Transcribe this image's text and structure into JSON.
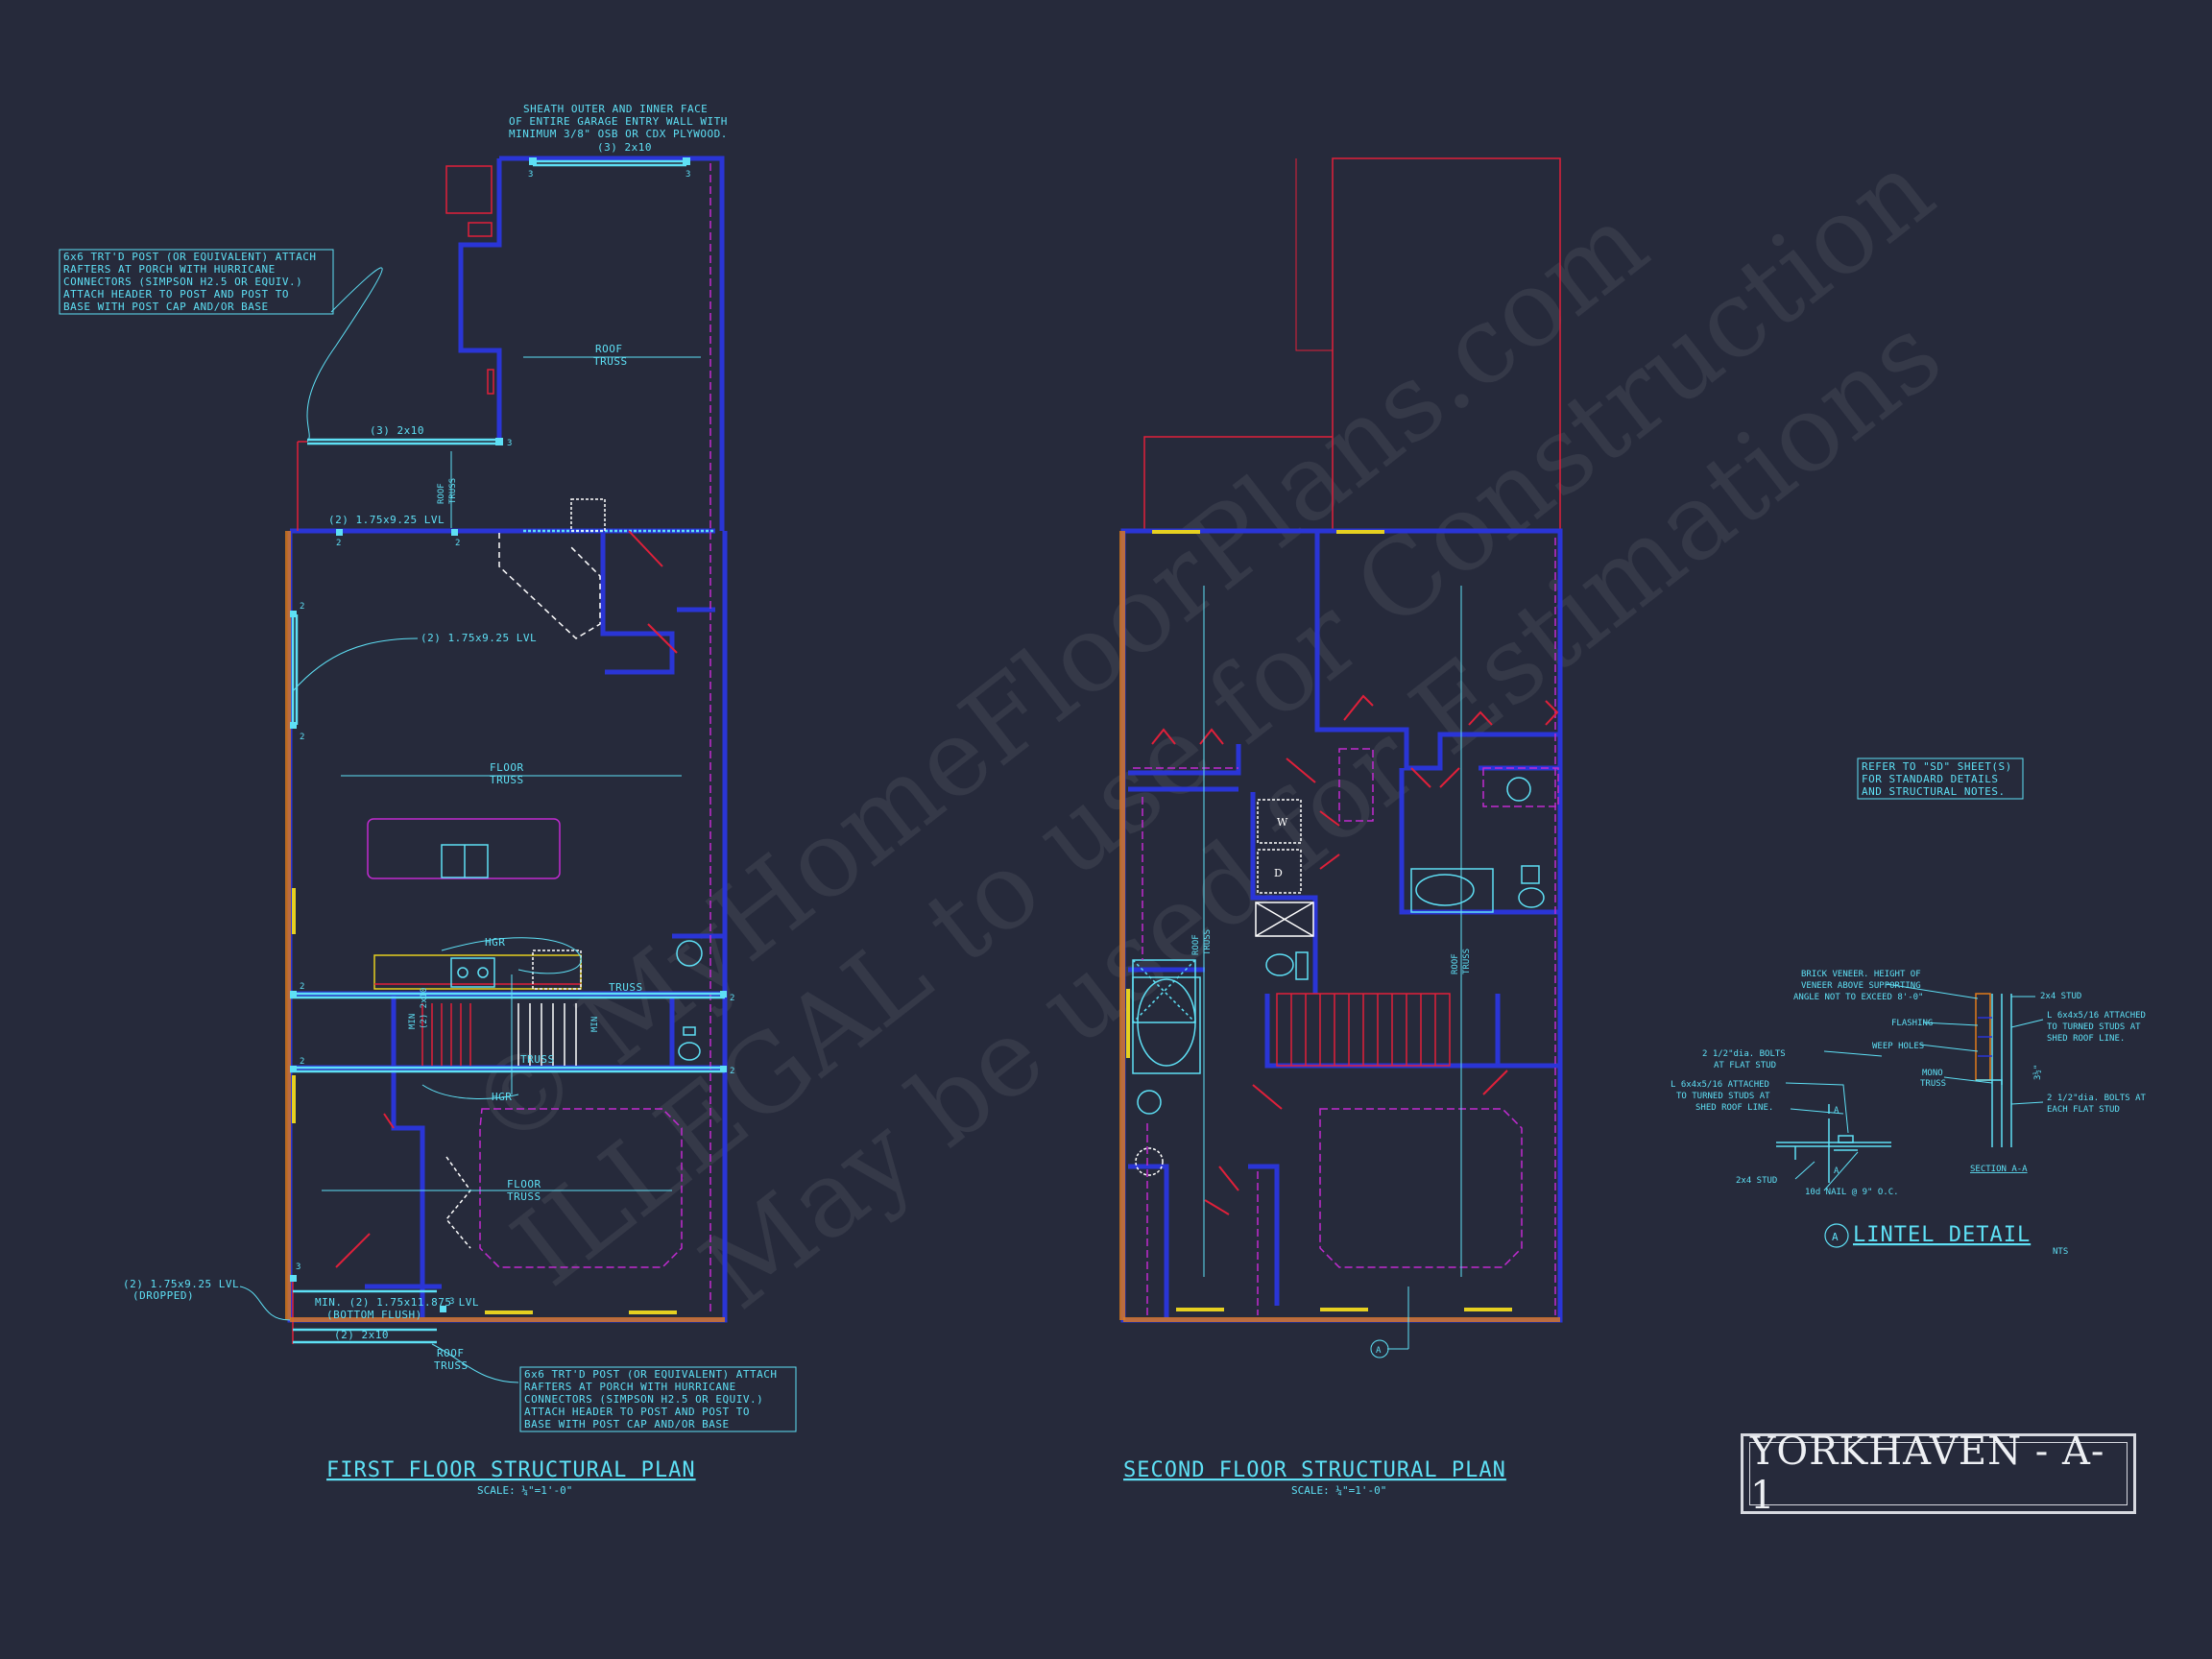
{
  "watermark": {
    "line1": "© MyHomeFloorPlans.com",
    "line2": "ILLEGAL to use for Construction",
    "line3": "May be used for Estimations"
  },
  "sheet": {
    "title": "YORKHAVEN - A-1"
  },
  "first_floor": {
    "title": "FIRST FLOOR STRUCTURAL PLAN",
    "scale": "SCALE: ¼\"=1'-0\"",
    "notes": {
      "garage_sheath": [
        "SHEATH OUTER AND INNER FACE",
        "OF ENTIRE GARAGE ENTRY WALL WITH",
        "MINIMUM 3/8\" OSB OR CDX PLYWOOD."
      ],
      "garage_header": "(3) 2x10",
      "porch_top": [
        "6x6 TRT'D POST (OR EQUIVALENT) ATTACH",
        "RAFTERS AT PORCH WITH HURRICANE",
        "CONNECTORS (SIMPSON H2.5 OR EQUIV.)",
        "ATTACH HEADER TO POST AND POST TO",
        "BASE WITH POST CAP AND/OR BASE"
      ],
      "porch_bottom": [
        "6x6 TRT'D POST (OR EQUIVALENT) ATTACH",
        "RAFTERS AT PORCH WITH HURRICANE",
        "CONNECTORS (SIMPSON H2.5 OR EQUIV.)",
        "ATTACH HEADER TO POST AND POST TO",
        "BASE WITH POST CAP AND/OR BASE"
      ],
      "header_porch": "(3) 2x10",
      "lvl_entry": "(2) 1.75x9.25 LVL",
      "lvl_side": "(2) 1.75x9.25 LVL",
      "lvl_dropped": [
        "(2) 1.75x9.25 LVL",
        "(DROPPED)"
      ],
      "lvl_front": [
        "MIN. (2) 1.75x11.875 LVL",
        "(BOTTOM FLUSH)"
      ],
      "header_front": "(2) 2x10",
      "roof_truss_garage": [
        "ROOF",
        "TRUSS"
      ],
      "roof_truss_side": [
        "ROOF",
        "TRUSS"
      ],
      "roof_truss_front": [
        "ROOF",
        "TRUSS"
      ],
      "floor_truss_main": [
        "FLOOR",
        "TRUSS"
      ],
      "floor_truss_front": [
        "FLOOR",
        "TRUSS"
      ],
      "hgr_top": "HGR",
      "hgr_bottom": "HGR",
      "truss_a": "TRUSS",
      "truss_b": "TRUSS",
      "min_a": "MIN",
      "min_b": "MIN",
      "lvl_2x10": "(2) 2x10",
      "post_marks": [
        "3",
        "3",
        "3",
        "2",
        "2",
        "2",
        "2",
        "2",
        "2",
        "2",
        "2",
        "3",
        "3"
      ]
    }
  },
  "second_floor": {
    "title": "SECOND FLOOR STRUCTURAL PLAN",
    "scale": "SCALE: ¼\"=1'-0\"",
    "notes": {
      "roof_truss_a": [
        "ROOF",
        "TRUSS"
      ],
      "roof_truss_b": [
        "ROOF",
        "TRUSS"
      ],
      "washer": "W",
      "dryer": "D",
      "section_marker": "A"
    }
  },
  "detail": {
    "refer_note": [
      "REFER TO \"SD\" SHEET(S)",
      "FOR STANDARD DETAILS",
      "AND STRUCTURAL NOTES."
    ],
    "title": "LINTEL DETAIL",
    "marker": "A",
    "nts": "NTS",
    "section_label": "SECTION A-A",
    "labels": {
      "brick": [
        "BRICK VENEER.  HEIGHT OF",
        "VENEER ABOVE SUPPORTING",
        "ANGLE NOT TO EXCEED 8'-0\""
      ],
      "stud": "2x4 STUD",
      "flashing": "FLASHING",
      "weep": "WEEP HOLES",
      "mono": [
        "MONO",
        "TRUSS"
      ],
      "angle_right": [
        "L 6x4x5/16 ATTACHED",
        "TO TURNED STUDS AT",
        "SHED ROOF LINE."
      ],
      "bolts_right": [
        "2 1/2\"dia. BOLTS AT",
        "EACH FLAT STUD"
      ],
      "bolts_left": [
        "2 1/2\"dia. BOLTS",
        "AT FLAT STUD"
      ],
      "angle_left": [
        "L 6x4x5/16 ATTACHED",
        "TO TURNED STUDS AT",
        "SHED ROOF LINE."
      ],
      "stud_left": "2x4 STUD",
      "nail": "10d NAIL @ 9\" O.C.",
      "dim": "3½\"",
      "sec_a_top": "A",
      "sec_a_bot": "A"
    }
  },
  "colors": {
    "background": "#262a3b",
    "wall": "#2a35d6",
    "cyan": "#5ee0f5",
    "red": "#e0203a",
    "magenta": "#c02bd0",
    "yellow": "#e6d020",
    "orange": "#e07a1a"
  }
}
